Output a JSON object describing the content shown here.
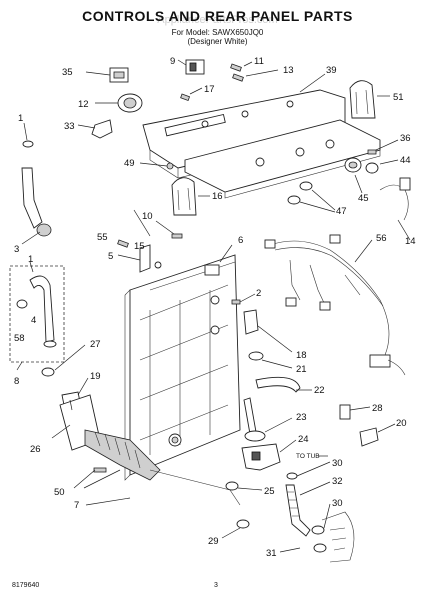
{
  "title": "CONTROLS AND REAR PANEL PARTS",
  "subtitle_model": "For Model: SAWX650JQ0",
  "subtitle_color": "(Designer White)",
  "watermark": "AppliancePartsPros.com",
  "footer_left": "8179640",
  "footer_page": "3",
  "callouts": [
    "35",
    "9",
    "11",
    "13",
    "39",
    "17",
    "12",
    "51",
    "1",
    "33",
    "36",
    "44",
    "49",
    "16",
    "45",
    "47",
    "10",
    "6",
    "56",
    "14",
    "55",
    "15",
    "5",
    "3",
    "2",
    "1",
    "4",
    "58",
    "27",
    "18",
    "21",
    "8",
    "19",
    "22",
    "23",
    "28",
    "20",
    "24",
    "26",
    "30",
    "50",
    "25",
    "32",
    "7",
    "30",
    "29",
    "31"
  ],
  "to_tub_label": "TO TUB"
}
